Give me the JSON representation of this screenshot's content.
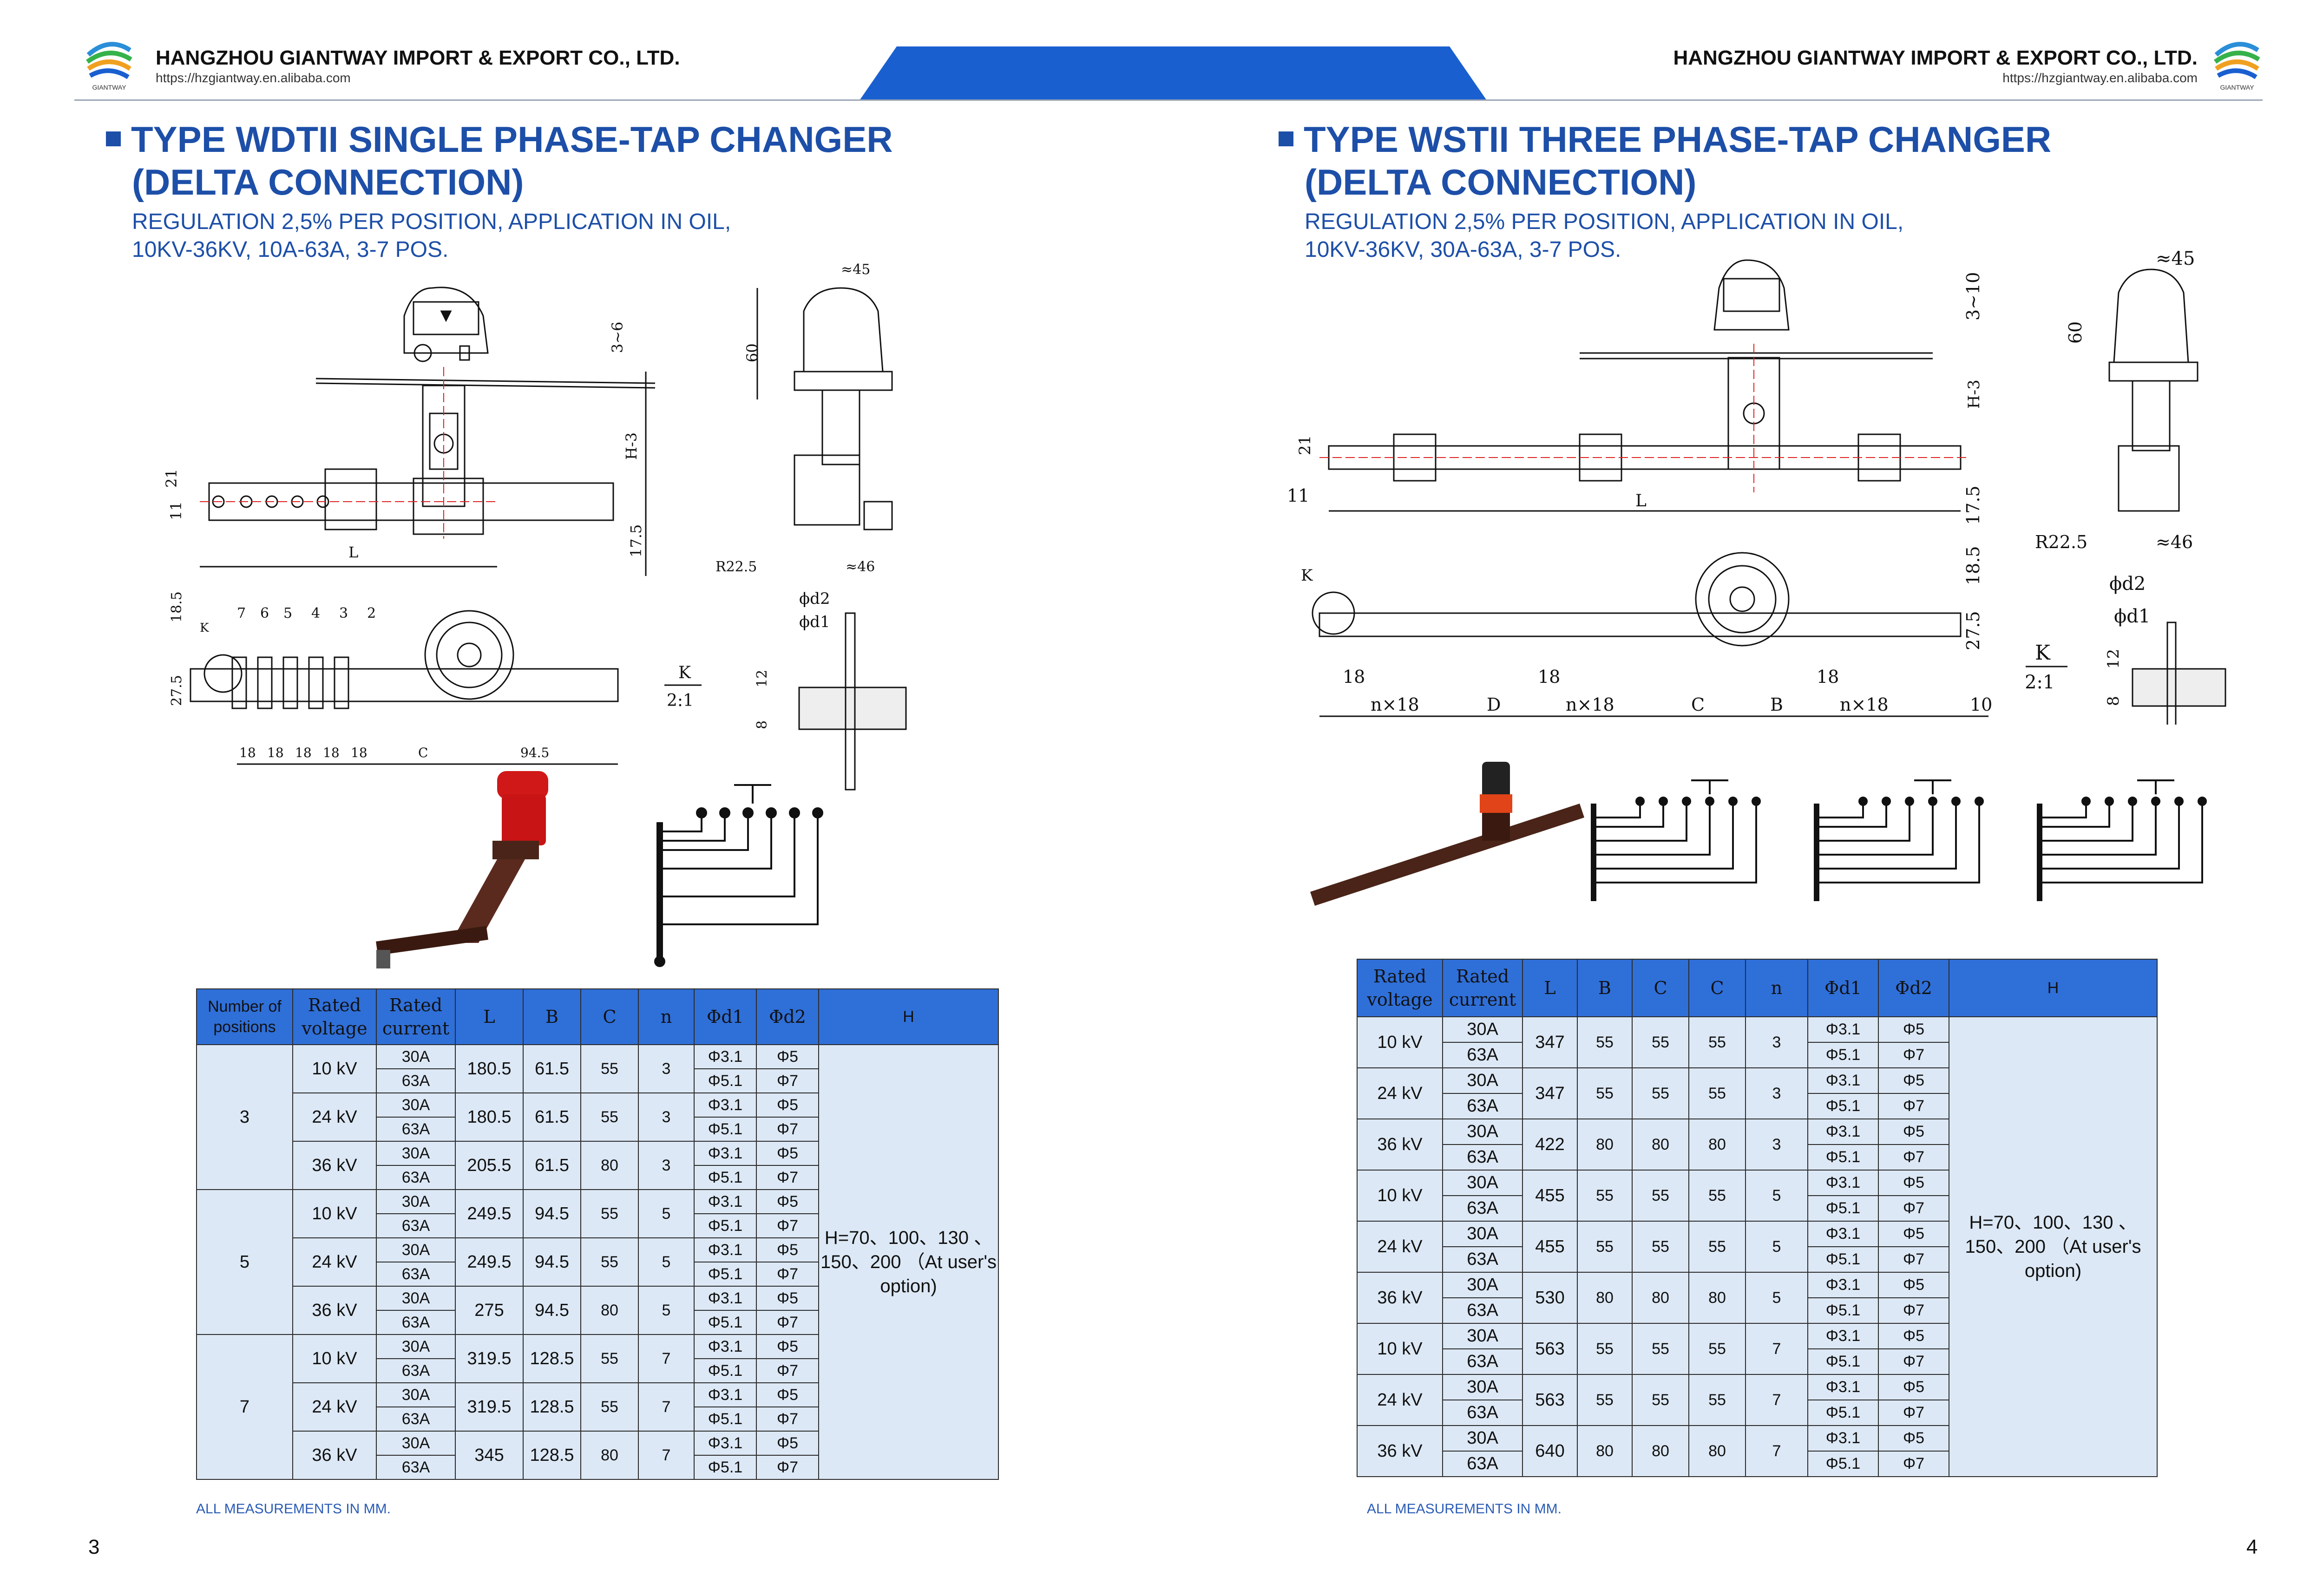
{
  "header": {
    "company_left": "HANGZHOU GIANTWAY IMPORT & EXPORT CO., LTD.",
    "url_left": "https://hzgiantway.en.alibaba.com",
    "company_right": "HANGZHOU GIANTWAY IMPORT & EXPORT CO., LTD.",
    "url_right": "https://hzgiantway.en.alibaba.com",
    "logo_text": "GIANTWAY",
    "colors": {
      "accent": "#1a5fd0",
      "title": "#1d4fa8",
      "table_header": "#2f6fd8",
      "table_body": "#dce8f5"
    }
  },
  "left": {
    "title_line1": "TYPE WDTII SINGLE PHASE-TAP CHANGER",
    "title_line2": "(DELTA CONNECTION)",
    "sub_line1": "REGULATION 2,5% PER POSITION, APPLICATION IN OIL,",
    "sub_line2": "10KV-36KV, 10A-63A, 3-7 POS.",
    "drawing": {
      "dims": [
        "3~6",
        "H-3",
        "11",
        "21",
        "L",
        "17.5",
        "60",
        "≈45",
        "R22.5",
        "≈46",
        "18.5",
        "27.5",
        "K",
        "C",
        "94.5",
        "ϕd2",
        "ϕd1",
        "12",
        "8",
        "K",
        "2:1"
      ],
      "positions": [
        "7",
        "6",
        "5",
        "4",
        "3",
        "2"
      ],
      "pitch": "18"
    },
    "table": {
      "headers": [
        "Number of positions",
        "Rated voltage",
        "Rated current",
        "L",
        "B",
        "C",
        "n",
        "Φd1",
        "Φd2",
        "H"
      ],
      "h_value": "H=70、100、130 、150、200 （At user's option)",
      "groups": [
        {
          "positions": "3",
          "rows": [
            {
              "voltage": "10 kV",
              "L": "180.5",
              "B": "61.5",
              "C": "55",
              "n": "3"
            },
            {
              "voltage": "24 kV",
              "L": "180.5",
              "B": "61.5",
              "C": "55",
              "n": "3"
            },
            {
              "voltage": "36 kV",
              "L": "205.5",
              "B": "61.5",
              "C": "80",
              "n": "3"
            }
          ]
        },
        {
          "positions": "5",
          "rows": [
            {
              "voltage": "10 kV",
              "L": "249.5",
              "B": "94.5",
              "C": "55",
              "n": "5"
            },
            {
              "voltage": "24 kV",
              "L": "249.5",
              "B": "94.5",
              "C": "55",
              "n": "5"
            },
            {
              "voltage": "36 kV",
              "L": "275",
              "B": "94.5",
              "C": "80",
              "n": "5"
            }
          ]
        },
        {
          "positions": "7",
          "rows": [
            {
              "voltage": "10 kV",
              "L": "319.5",
              "B": "128.5",
              "C": "55",
              "n": "7"
            },
            {
              "voltage": "24 kV",
              "L": "319.5",
              "B": "128.5",
              "C": "55",
              "n": "7"
            },
            {
              "voltage": "36 kV",
              "L": "345",
              "B": "128.5",
              "C": "80",
              "n": "7"
            }
          ]
        }
      ],
      "currents": [
        "30A",
        "63A"
      ],
      "d1": [
        "Φ3.1",
        "Φ5.1"
      ],
      "d2": [
        "Φ5",
        "Φ7"
      ]
    },
    "note": "ALL MEASUREMENTS IN MM.",
    "page_number": "3"
  },
  "right": {
    "title_line1": "TYPE WSTII THREE PHASE-TAP CHANGER",
    "title_line2": "(DELTA CONNECTION)",
    "sub_line1": "REGULATION 2,5% PER POSITION, APPLICATION IN OIL,",
    "sub_line2": "10KV-36KV, 30A-63A, 3-7 POS.",
    "drawing": {
      "dims": [
        "3~10",
        "H-3",
        "21",
        "11",
        "L",
        "17.5",
        "60",
        "≈45",
        "R22.5",
        "≈46",
        "18.5",
        "27.5",
        "K",
        "ϕd2",
        "ϕd1",
        "12",
        "8",
        "K",
        "2:1"
      ],
      "bottom_dims": [
        "n×18",
        "D",
        "n×18",
        "C",
        "B",
        "n×18",
        "10"
      ],
      "pitch": "18"
    },
    "table": {
      "headers": [
        "Rated voltage",
        "Rated current",
        "L",
        "B",
        "C",
        "C",
        "n",
        "Φd1",
        "Φd2",
        "H"
      ],
      "h_value": "H=70、100、130 、150、200 （At user's option)",
      "rows": [
        {
          "voltage": "10 kV",
          "L": "347",
          "B": "55",
          "C1": "55",
          "C2": "55",
          "n": "3"
        },
        {
          "voltage": "24 kV",
          "L": "347",
          "B": "55",
          "C1": "55",
          "C2": "55",
          "n": "3"
        },
        {
          "voltage": "36 kV",
          "L": "422",
          "B": "80",
          "C1": "80",
          "C2": "80",
          "n": "3"
        },
        {
          "voltage": "10 kV",
          "L": "455",
          "B": "55",
          "C1": "55",
          "C2": "55",
          "n": "5"
        },
        {
          "voltage": "24 kV",
          "L": "455",
          "B": "55",
          "C1": "55",
          "C2": "55",
          "n": "5"
        },
        {
          "voltage": "36 kV",
          "L": "530",
          "B": "80",
          "C1": "80",
          "C2": "80",
          "n": "5"
        },
        {
          "voltage": "10 kV",
          "L": "563",
          "B": "55",
          "C1": "55",
          "C2": "55",
          "n": "7"
        },
        {
          "voltage": "24 kV",
          "L": "563",
          "B": "55",
          "C1": "55",
          "C2": "55",
          "n": "7"
        },
        {
          "voltage": "36 kV",
          "L": "640",
          "B": "80",
          "C1": "80",
          "C2": "80",
          "n": "7"
        }
      ],
      "currents": [
        "30A",
        "63A"
      ],
      "d1": [
        "Φ3.1",
        "Φ5.1"
      ],
      "d2": [
        "Φ5",
        "Φ7"
      ]
    },
    "note": "ALL MEASUREMENTS IN MM.",
    "page_number": "4"
  }
}
